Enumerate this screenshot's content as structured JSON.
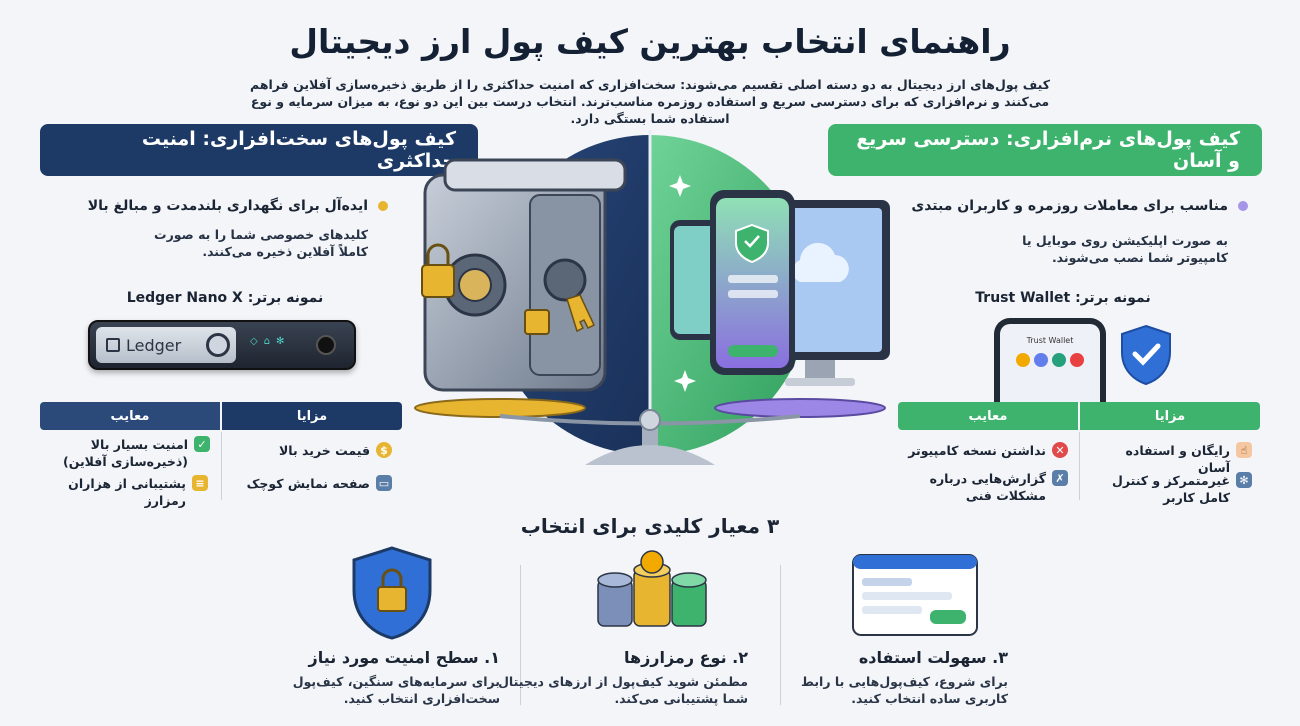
{
  "title": "راهنمای انتخاب بهترین کیف پول ارز دیجیتال",
  "intro": "کیف پول‌های ارز دیجیتال به دو دسته اصلی تقسیم می‌شوند: سخت‌افزاری که امنیت حداکثری را از طریق ذخیره‌سازی آفلاین فراهم می‌کنند و نرم‌افزاری که برای دسترسی سریع و استفاده روزمره مناسب‌ترند. انتخاب درست بین این دو نوع، به میزان سرمایه و نوع استفاده شما بستگی دارد.",
  "hardware": {
    "banner": "کیف پول‌های سخت‌افزاری: امنیت حداکثری",
    "bullet": "ایده‌آل برای نگهداری بلندمدت و مبالغ بالا",
    "description": "کلیدهای خصوصی شما را به صورت کاملاً آفلاین ذخیره می‌کنند.",
    "example_label": "نمونه برتر: Ledger Nano X",
    "device_brand": "Ledger",
    "pros_header": "مزایا",
    "cons_header": "معایب",
    "pros": [
      "امنیت بسیار بالا (ذخیره‌سازی آفلاین)",
      "پشتیبانی از هزاران رمزارز"
    ],
    "cons": [
      "قیمت خرید بالا",
      "صفحه نمایش کوچک"
    ]
  },
  "software": {
    "banner": "کیف پول‌های نرم‌افزاری: دسترسی سریع و آسان",
    "bullet": "مناسب برای معاملات روزمره و کاربران مبتدی",
    "description": "به صورت اپلیکیشن روی موبایل یا کامپیوتر شما نصب می‌شوند.",
    "example_label": "نمونه برتر: Trust Wallet",
    "phone_app_title": "Trust Wallet",
    "pros_header": "مزایا",
    "cons_header": "معایب",
    "pros": [
      "رایگان و استفاده آسان",
      "غیرمتمرکز و کنترل کامل کاربر"
    ],
    "cons": [
      "نداشتن نسخه کامپیوتر",
      "گزارش‌هایی درباره مشکلات فنی"
    ]
  },
  "criteria_title": "۳ معیار کلیدی برای انتخاب",
  "criteria": [
    {
      "heading": "۱. سطح امنیت مورد نیاز",
      "text": "برای سرمایه‌های سنگین، کیف‌پول سخت‌افزاری انتخاب کنید."
    },
    {
      "heading": "۲. نوع رمزارزها",
      "text": "مطمئن شوید کیف‌پول از ارزهای دیجیتال شما پشتیبانی می‌کند."
    },
    {
      "heading": "۳. سهولت استفاده",
      "text": "برای شروع، کیف‌پول‌هایی با رابط کاربری ساده انتخاب کنید."
    }
  ],
  "colors": {
    "hardware_navy": "#1d3a66",
    "software_green": "#3eb36e",
    "gold": "#e8b530",
    "purple": "#8a6fe0"
  }
}
